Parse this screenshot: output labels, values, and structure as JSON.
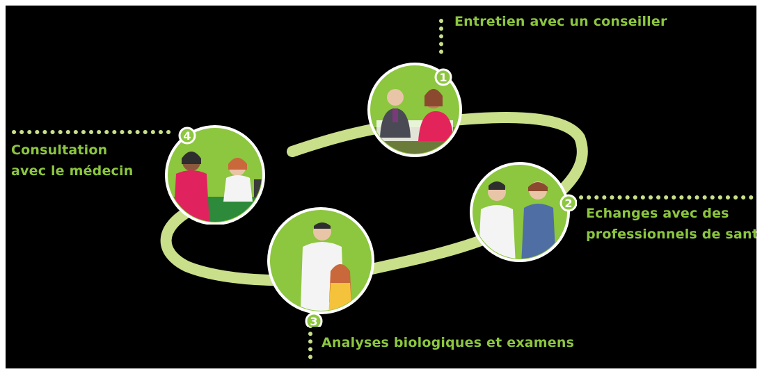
{
  "colors": {
    "background": "#000000",
    "accent": "#8cc63f",
    "ring_fill": "#8dc63f",
    "ring_outline": "#ffffff",
    "path": "#c9df8a"
  },
  "steps": [
    {
      "number": "1",
      "label_lines": [
        "Entretien avec un conseiller"
      ],
      "scene": "counselor-interview-illustration"
    },
    {
      "number": "2",
      "label_lines": [
        "Echanges avec des",
        "professionnels de santé"
      ],
      "scene": "health-professionals-exchange-illustration"
    },
    {
      "number": "3",
      "label_lines": [
        "Analyses biologiques et examens"
      ],
      "scene": "medical-exam-illustration"
    },
    {
      "number": "4",
      "label_lines": [
        "Consultation",
        "avec le médecin"
      ],
      "scene": "doctor-consultation-illustration"
    }
  ]
}
